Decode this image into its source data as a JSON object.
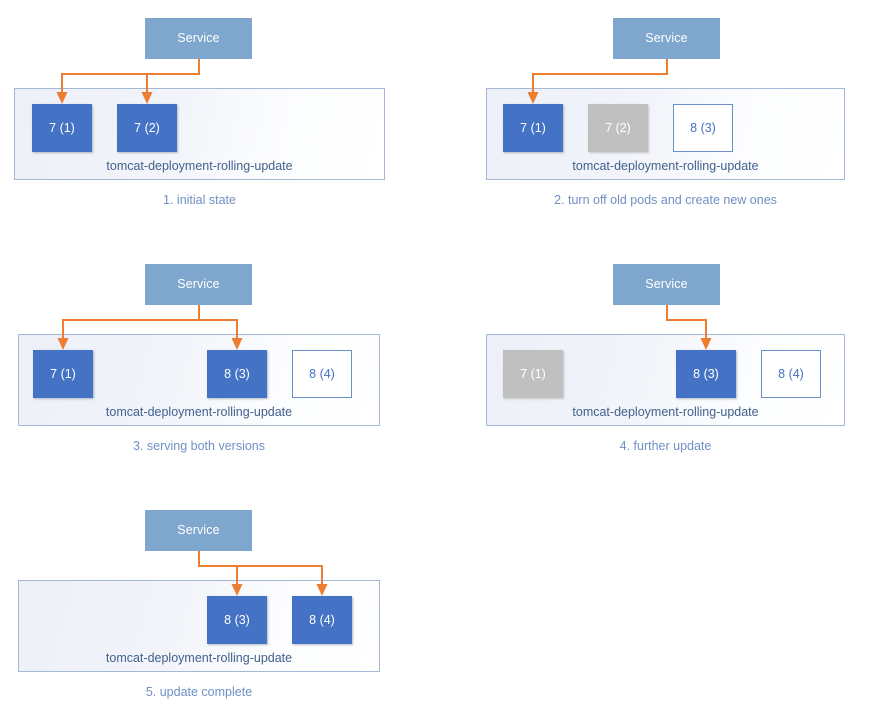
{
  "diagram": {
    "title": "Kubernetes rolling update sequence",
    "colors": {
      "service_fill": "#7FA6CD",
      "pod_active_fill": "#4472C4",
      "pod_terminating_fill": "#C0C0C0",
      "pod_pending_border": "#6C8EC9",
      "connector": "#ED7D31",
      "container_border": "#A5B8DA",
      "caption_text": "#6F8FC4",
      "deployment_label_text": "#41618E"
    },
    "deployment_name": "tomcat-deployment-rolling-update",
    "service_label": "Service",
    "panels": [
      {
        "id": "panel-1",
        "caption": "1. initial state",
        "service_label": "Service",
        "deployment_label": "tomcat-deployment-rolling-update",
        "pods": [
          {
            "label": "7 (1)",
            "state": "blue"
          },
          {
            "label": "7 (2)",
            "state": "blue"
          }
        ],
        "arrow_targets": [
          "7 (1)",
          "7 (2)"
        ]
      },
      {
        "id": "panel-2",
        "caption": "2. turn off old pods and create new ones",
        "service_label": "Service",
        "deployment_label": "tomcat-deployment-rolling-update",
        "pods": [
          {
            "label": "7 (1)",
            "state": "blue"
          },
          {
            "label": "7 (2)",
            "state": "gray"
          },
          {
            "label": "8 (3)",
            "state": "white"
          }
        ],
        "arrow_targets": [
          "7 (1)"
        ]
      },
      {
        "id": "panel-3",
        "caption": "3. serving both versions",
        "service_label": "Service",
        "deployment_label": "tomcat-deployment-rolling-update",
        "pods": [
          {
            "label": "7 (1)",
            "state": "blue"
          },
          {
            "label": "8 (3)",
            "state": "blue"
          },
          {
            "label": "8 (4)",
            "state": "white"
          }
        ],
        "arrow_targets": [
          "7 (1)",
          "8 (3)"
        ]
      },
      {
        "id": "panel-4",
        "caption": "4. further update",
        "service_label": "Service",
        "deployment_label": "tomcat-deployment-rolling-update",
        "pods": [
          {
            "label": "7 (1)",
            "state": "gray"
          },
          {
            "label": "8 (3)",
            "state": "blue"
          },
          {
            "label": "8 (4)",
            "state": "white"
          }
        ],
        "arrow_targets": [
          "8 (3)"
        ]
      },
      {
        "id": "panel-5",
        "caption": "5. update complete",
        "service_label": "Service",
        "deployment_label": "tomcat-deployment-rolling-update",
        "pods": [
          {
            "label": "8 (3)",
            "state": "blue"
          },
          {
            "label": "8 (4)",
            "state": "blue"
          }
        ],
        "arrow_targets": [
          "8 (3)",
          "8 (4)"
        ]
      }
    ]
  }
}
